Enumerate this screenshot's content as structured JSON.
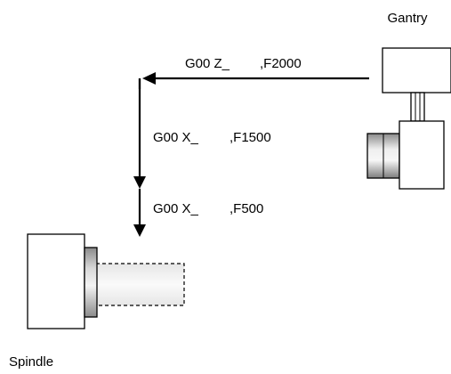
{
  "labels": {
    "gantry": "Gantry",
    "spindle": "Spindle"
  },
  "moves": [
    {
      "command": "G00 Z_",
      "feed": ",F2000"
    },
    {
      "command": "G00 X_",
      "feed": ",F1500"
    },
    {
      "command": "G00 X_",
      "feed": ",F500"
    }
  ],
  "colors": {
    "line": "#000000",
    "gray_dark": "#8c8c8c",
    "gray_light": "#f2f2f2",
    "background": "#ffffff"
  }
}
